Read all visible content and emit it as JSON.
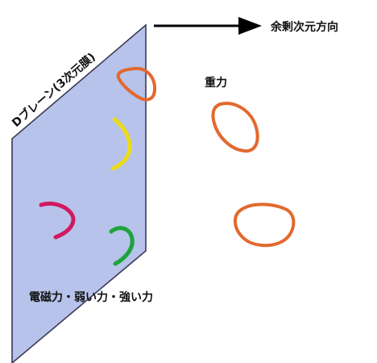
{
  "labels": {
    "brane": "Dブレーン(3次元膜)",
    "extra_dimension": "余剰次元方向",
    "gravity": "重力",
    "forces": "電磁力・弱い力・強い力"
  },
  "colors": {
    "brane_fill": "#b7c3ea",
    "brane_edge": "#3a3a55",
    "arrow": "#000000",
    "graviton": "#e2692e",
    "yellow_string": "#ecdc19",
    "magenta_string": "#d1195f",
    "green_string": "#1fa33a"
  },
  "icons": {
    "arrow": "arrow-right-icon",
    "closed_string": "closed-loop",
    "open_string": "open-arc"
  }
}
